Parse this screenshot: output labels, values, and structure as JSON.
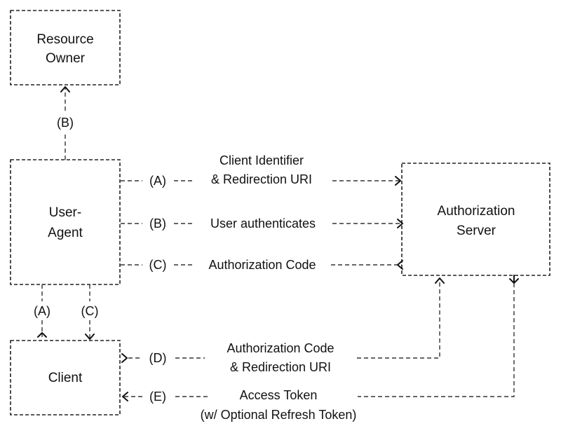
{
  "nodes": {
    "resource_owner": {
      "line1": "Resource",
      "line2": "Owner"
    },
    "user_agent": {
      "line1": "User-",
      "line2": "Agent"
    },
    "authorization_server": {
      "line1": "Authorization",
      "line2": "Server"
    },
    "client": {
      "label": "Client"
    }
  },
  "flows": {
    "a_top": {
      "letter": "(A)",
      "line1": "Client Identifier",
      "line2": "& Redirection URI"
    },
    "b_mid": {
      "letter": "(B)",
      "label": "User authenticates"
    },
    "c_mid": {
      "letter": "(C)",
      "label": "Authorization Code"
    },
    "b_vertical": {
      "letter": "(B)"
    },
    "a_vertical": {
      "letter": "(A)"
    },
    "c_vertical": {
      "letter": "(C)"
    },
    "d_bottom": {
      "letter": "(D)",
      "line1": "Authorization Code",
      "line2": "& Redirection URI"
    },
    "e_bottom": {
      "letter": "(E)",
      "line1": "Access Token",
      "line2": "(w/ Optional Refresh Token)"
    }
  }
}
